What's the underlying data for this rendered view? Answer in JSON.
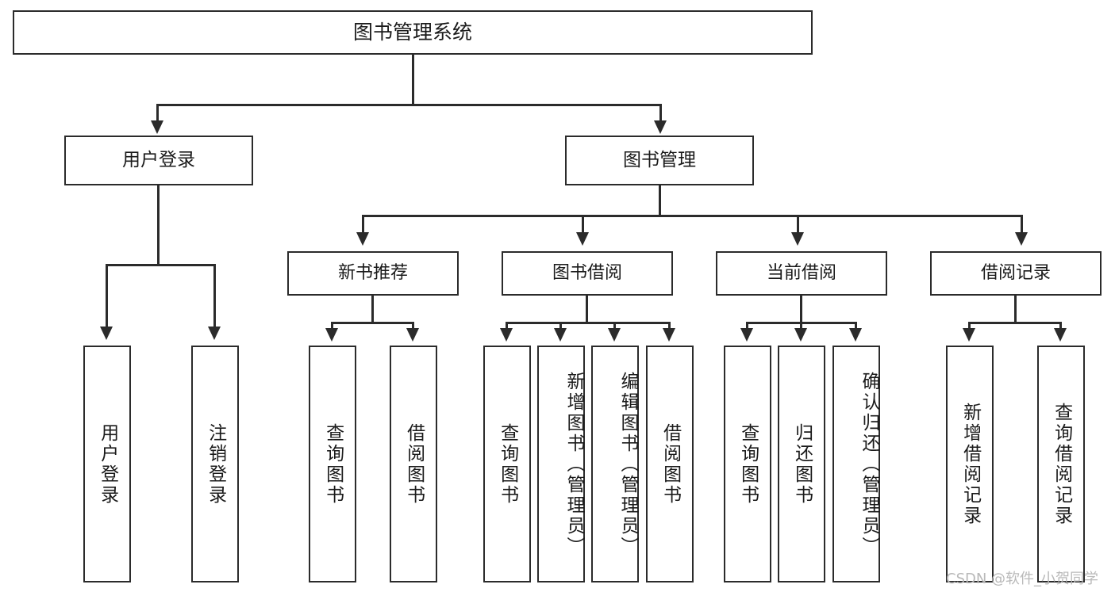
{
  "diagram": {
    "root": {
      "label": "图书管理系统"
    },
    "tier1": [
      {
        "label": "用户登录"
      },
      {
        "label": "图书管理"
      }
    ],
    "tier2": [
      {
        "label": "新书推荐"
      },
      {
        "label": "图书借阅"
      },
      {
        "label": "当前借阅"
      },
      {
        "label": "借阅记录"
      }
    ],
    "leaves": {
      "user_login": [
        {
          "label": "用户登录"
        },
        {
          "label": "注销登录"
        }
      ],
      "new_book": [
        {
          "label": "查询图书"
        },
        {
          "label": "借阅图书"
        }
      ],
      "book_borrow": [
        {
          "label": "查询图书"
        },
        {
          "label": "新增图书（管理员）"
        },
        {
          "label": "编辑图书（管理员）"
        },
        {
          "label": "借阅图书"
        }
      ],
      "current_borrow": [
        {
          "label": "查询图书"
        },
        {
          "label": "归还图书"
        },
        {
          "label": "确认归还（管理员）"
        }
      ],
      "borrow_record": [
        {
          "label": "新增借阅记录"
        },
        {
          "label": "查询借阅记录"
        }
      ]
    }
  },
  "watermark": {
    "text": "CSDN @软件_小贺同学"
  },
  "colors": {
    "stroke": "#2b2b2b",
    "text": "#1a1a1a",
    "background": "#ffffff",
    "watermark": "#b9b9b9"
  }
}
